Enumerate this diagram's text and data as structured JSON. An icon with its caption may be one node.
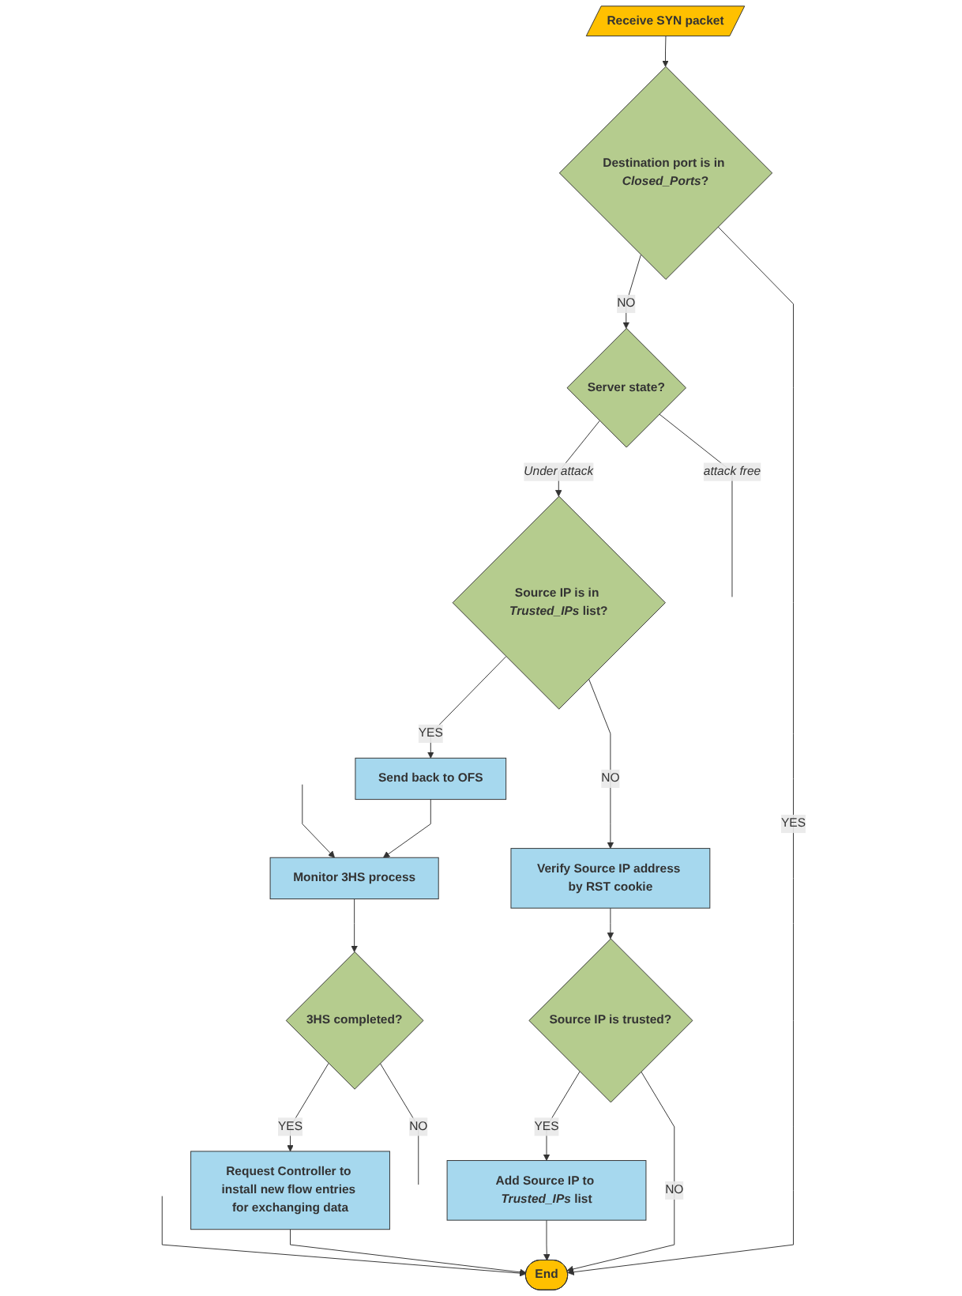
{
  "diagram": {
    "nodes": [
      {
        "text": [
          "Receive SYN packet"
        ]
      },
      {
        "text": [
          "Destination port is in *Closed_Ports*?"
        ]
      },
      {
        "text": [
          "Server state?"
        ]
      },
      {
        "text": [
          "Source IP is in *Trusted_IPs* list?"
        ]
      },
      {
        "text": [
          "Send back to OFS"
        ]
      },
      {
        "text": [
          "Verify Source IP address by RST cookie"
        ]
      },
      {
        "text": [
          "Monitor 3HS process"
        ]
      },
      {
        "text": [
          "Source IP is trusted?"
        ]
      },
      {
        "text": [
          "3HS completed?"
        ]
      },
      {
        "text": [
          "Add Source IP to *Trusted_IPs* list"
        ]
      },
      {
        "text": [
          "Request Controller to install new flow entries for exchanging data"
        ]
      },
      {
        "text": [
          "End"
        ]
      }
    ],
    "edges": [
      {
        "from": 0,
        "to": 1,
        "arrow": "to"
      },
      {
        "from": 1,
        "to": 11,
        "label": "YES",
        "arrow": "to"
      },
      {
        "from": 1,
        "to": 2,
        "label": "NO",
        "arrow": "to"
      },
      {
        "from": 2,
        "to": 3,
        "label": "*Under attack*",
        "arrow": "to"
      },
      {
        "from": 2,
        "to": null,
        "label": "*attack free*",
        "arrow": "none"
      },
      {
        "from": 3,
        "to": 5,
        "label": "NO",
        "arrow": "to"
      },
      {
        "from": 3,
        "to": 4,
        "label": "YES",
        "arrow": "to"
      },
      {
        "from": 4,
        "to": 6,
        "arrow": "to"
      },
      {
        "from": null,
        "to": 6,
        "arrow": "to"
      },
      {
        "from": 6,
        "to": 8,
        "arrow": "to"
      },
      {
        "from": 8,
        "to": null,
        "label": "NO",
        "arrow": "none"
      },
      {
        "from": 8,
        "to": 10,
        "label": "YES",
        "arrow": "to"
      },
      {
        "from": 5,
        "to": 7,
        "arrow": "to"
      },
      {
        "from": 7,
        "to": 11,
        "label": "NO",
        "arrow": "to"
      },
      {
        "from": 7,
        "to": 9,
        "label": "YES",
        "arrow": "to"
      },
      {
        "from": 9,
        "to": 11,
        "arrow": "to"
      },
      {
        "from": 10,
        "to": 11,
        "arrow": "to"
      },
      {
        "from": null,
        "to": 11,
        "arrow": "to"
      }
    ]
  }
}
